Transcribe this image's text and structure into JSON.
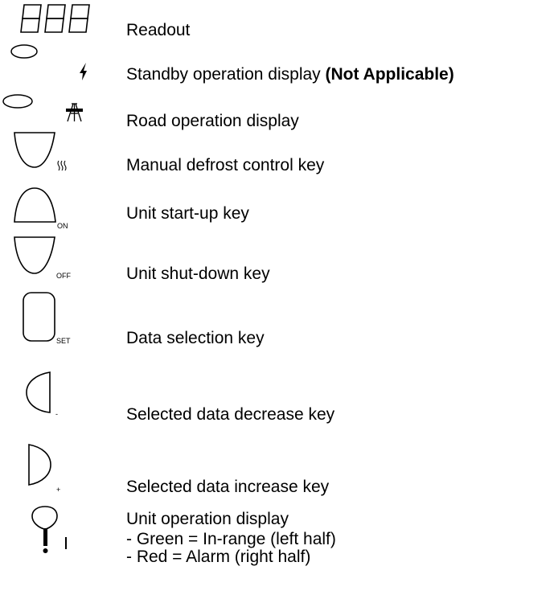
{
  "legend": {
    "items": [
      {
        "icon": "seven-segment-readout-icon",
        "label": "Readout"
      },
      {
        "icon": "lightning-bolt-icon",
        "label": "Standby operation display",
        "note": "(Not Applicable)"
      },
      {
        "icon": "road-icon",
        "label": "Road operation display"
      },
      {
        "icon": "defrost-key-icon",
        "label": "Manual defrost control key"
      },
      {
        "icon": "on-key-icon",
        "label": "Unit start-up key",
        "key_tag": "ON"
      },
      {
        "icon": "off-key-icon",
        "label": "Unit shut-down key",
        "key_tag": "OFF"
      },
      {
        "icon": "set-key-icon",
        "label": "Data selection key",
        "key_tag": "SET"
      },
      {
        "icon": "minus-key-icon",
        "label": "Selected data decrease key",
        "key_tag": "-"
      },
      {
        "icon": "plus-key-icon",
        "label": "Selected data increase key",
        "key_tag": "+"
      },
      {
        "icon": "unit-operation-indicator-icon",
        "label": "Unit operation display",
        "details": [
          "- Green = In-range (left half)",
          "- Red = Alarm (right half)"
        ]
      }
    ]
  }
}
